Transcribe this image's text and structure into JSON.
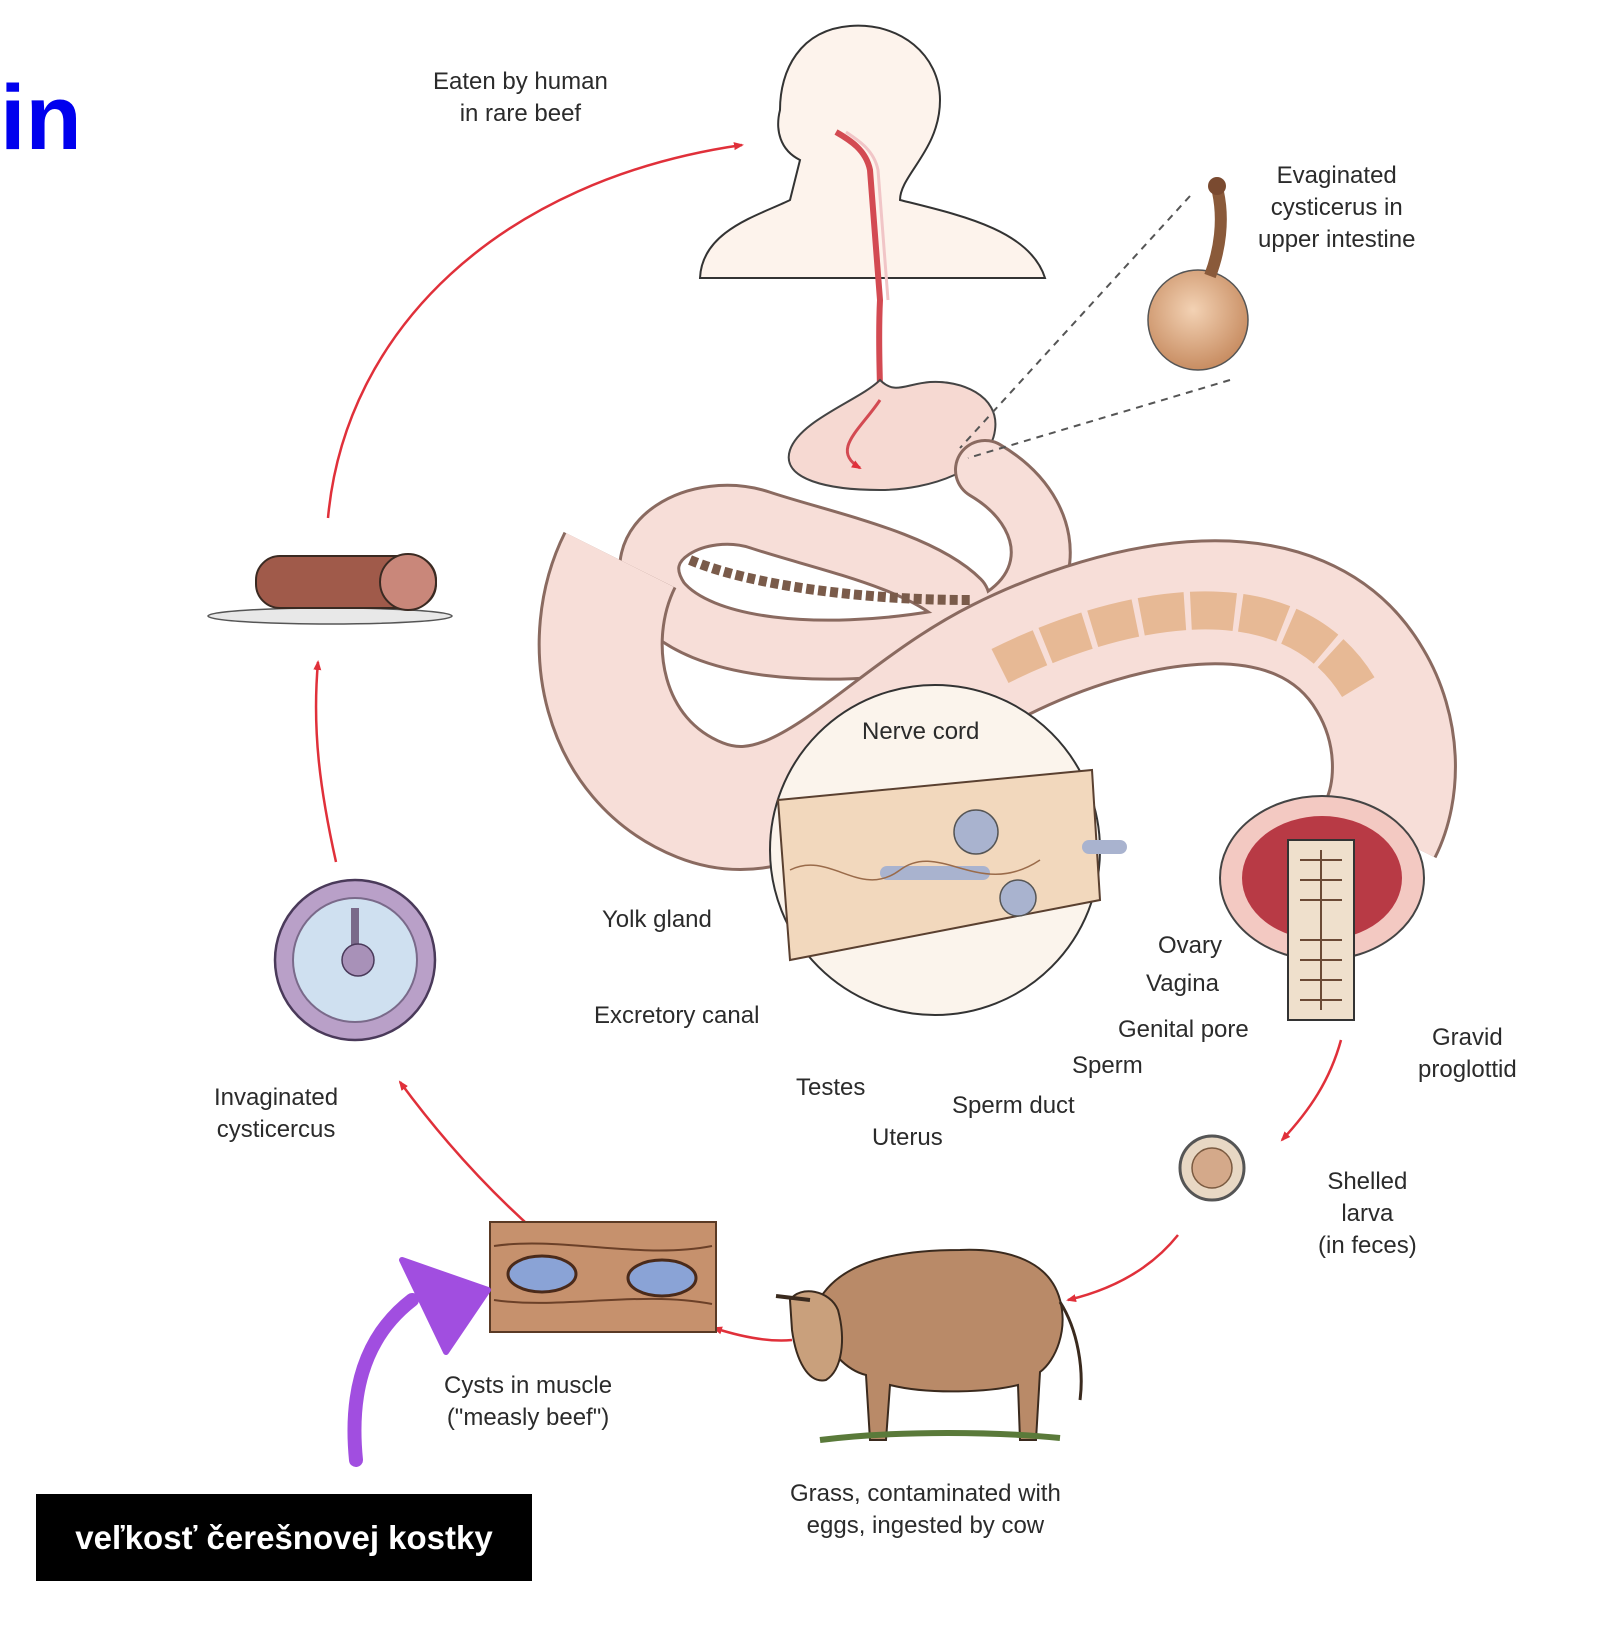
{
  "title": "in",
  "labels": {
    "eaten": "Eaten by human\nin rare beef",
    "evaginated": "Evaginated\ncysticerus in\nupper intestine",
    "nerve_cord": "Nerve cord",
    "yolk_gland": "Yolk gland",
    "ovary": "Ovary",
    "vagina": "Vagina",
    "excretory_canal": "Excretory canal",
    "genital_pore": "Genital pore",
    "sperm": "Sperm",
    "testes": "Testes",
    "sperm_duct": "Sperm duct",
    "uterus": "Uterus",
    "gravid": "Gravid\nproglottid",
    "invaginated": "Invaginated\ncysticercus",
    "shelled": "Shelled\nlarva\n(in feces)",
    "cysts": "Cysts in muscle\n(\"measly beef\")",
    "grass": "Grass, contaminated with\neggs, ingested by cow"
  },
  "callout": "veľkosť čerešnovej kostky",
  "colors": {
    "title": "#0000ee",
    "cycle_arrow": "#e0303a",
    "annotation_arrow": "#a14ee0",
    "callout_bg": "#000000",
    "callout_text": "#ffffff"
  }
}
